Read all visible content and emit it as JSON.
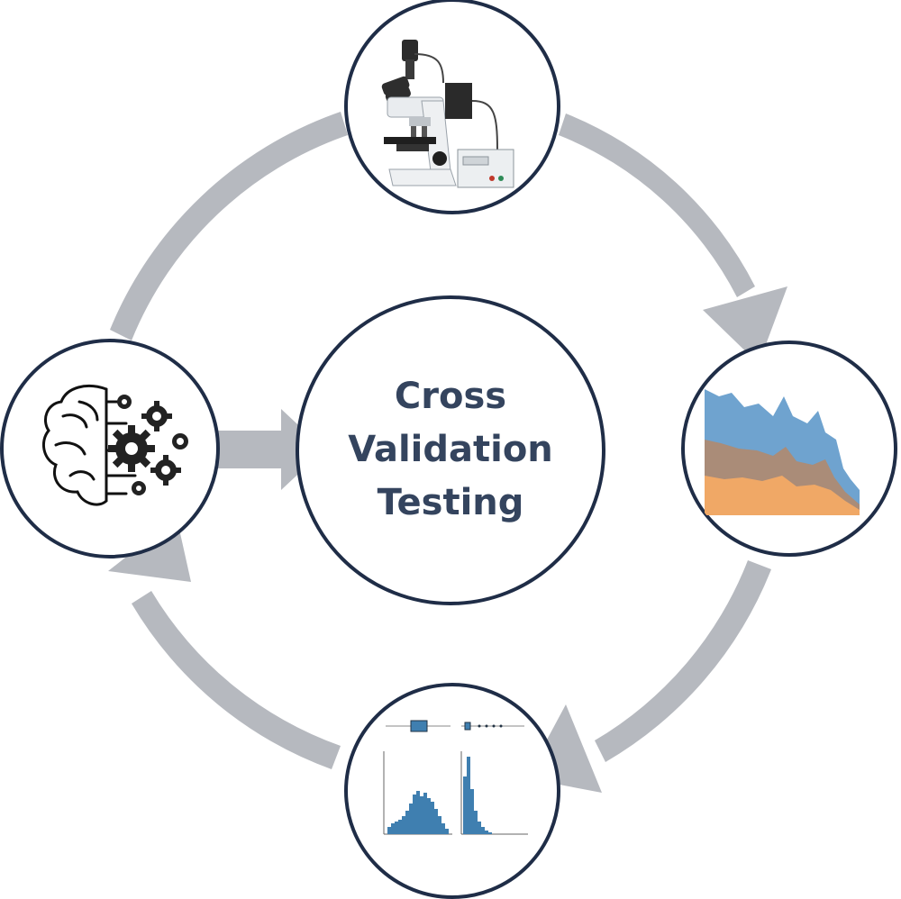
{
  "center": {
    "lines": [
      "Cross",
      "Validation",
      "Testing"
    ]
  },
  "colors": {
    "circle_stroke": "#1f2d47",
    "arrow": "#b6b9bf",
    "title": "#34445e",
    "spectrum_blue": "#6fa3cf",
    "spectrum_orange": "#f0a866",
    "histogram_blue": "#3f7fb0"
  },
  "nodes": {
    "top": {
      "icon": "microscope-icon"
    },
    "right": {
      "icon": "spectrum-plot-icon"
    },
    "bottom": {
      "icon": "histogram-plots-icon"
    },
    "left": {
      "icon": "brain-gears-icon"
    }
  },
  "arrows": [
    "top-to-right",
    "right-to-bottom",
    "bottom-to-left",
    "left-to-top",
    "left-to-center"
  ]
}
